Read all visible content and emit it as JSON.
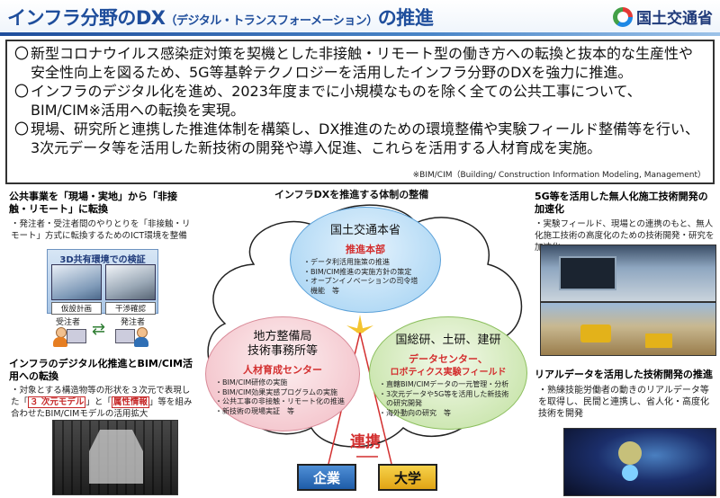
{
  "header": {
    "title_main": "インフラ分野のDX",
    "title_sub": "（デジタル・トランスフォーメーション）",
    "title_tail": "の推進",
    "ministry": "国土交通省"
  },
  "summary": {
    "bullets": [
      "新型コロナウイルス感染症対策を契機とした非接触・リモート型の働き方への転換と抜本的な生産性や安全性向上を図るため、5G等基幹テクノロジーを活用したインフラ分野のDXを強力に推進。",
      "インフラのデジタル化を進め、2023年度までに小規模なものを除く全ての公共工事について、BIM/CIM※活用への転換を実現。",
      "現場、研究所と連携した推進体制を構築し、DX推進のための環境整備や実験フィールド整備等を行い、3次元データ等を活用した新技術の開発や導入促進、これらを活用する人材育成を実施。"
    ],
    "bullet_mark": "〇",
    "footnote": "※BIM/CIM（Building/ Construction Information Modeling, Management）"
  },
  "left": {
    "sec1_head": "公共事業を「現場・実地」から「非接触・リモート」に転換",
    "sec1_body": "・発注者・受注者間のやりとりを「非接触・リモート」方式に転換するためのICT環境を整備",
    "env_label": "3D共有環境での検証",
    "env_tag_a": "仮設計画",
    "env_tag_b": "干渉確認",
    "role_a": "受注者",
    "role_b": "発注者",
    "sec2_head": "インフラのデジタル化推進とBIM/CIM活用への転換",
    "sec2_body_1": "・対象とする構造物等の形状を３次元で表現した「",
    "sec2_hl_1": "３ 次元モデル",
    "sec2_body_2": "」と「",
    "sec2_hl_2": "属性情報",
    "sec2_body_3": "」等を組み合わせたBIM/CIMモデルの活用拡大"
  },
  "center": {
    "title": "インフラDXを推進する体制の整備",
    "top_title": "国土交通本省",
    "top_red": "推進本部",
    "top_items": [
      "・データ利活用施策の推進",
      "・BIM/CIM推進の実施方針の策定",
      "・オープンイノベーションの司令塔",
      "　機能　等"
    ],
    "left_title_1": "地方整備局",
    "left_title_2": "技術事務所等",
    "left_red": "人材育成センター",
    "left_items": [
      "・BIM/CIM研修の実施",
      "・BIM/CIM効果実感プログラムの実施",
      "・公共工事の非接触・リモート化の推進",
      "・新技術の現場実証　等"
    ],
    "right_title": "国総研、土研、建研",
    "right_red_1": "データセンター、",
    "right_red_2": "ロボティクス実験フィールド",
    "right_items": [
      "・直轄BIM/CIMデータの一元管理・分析",
      "・3次元データや5G等を活用した新技術",
      "　の研究開発",
      "・海外動向の研究　等"
    ],
    "renkei": "連携",
    "org_a": "企業",
    "org_b": "大学"
  },
  "right": {
    "sec1_head": "5G等を活用した無人化施工技術開発の加速化",
    "sec1_body": "・実験フィールド、現場との連携のもと、無人化施工技術の高度化のための技術開発・研究を加速化",
    "sec2_head": "リアルデータを活用した技術開発の推進",
    "sec2_body": "・熟練技能労働者の動きのリアルデータ等を取得し、民間と連携し、省人化・高度化技術を開発"
  },
  "colors": {
    "title_blue": "#1f4e9c",
    "accent_red": "#d32f2f",
    "ellipse_top": "#9fd0f2",
    "ellipse_left": "#f1b9c2",
    "ellipse_right": "#bfe09d",
    "org_a": "#1e5ca8",
    "org_b": "#e0a415"
  },
  "icons": [
    "mlit-logo-icon",
    "person-icon",
    "computer-icon",
    "exchange-arrows-icon"
  ]
}
